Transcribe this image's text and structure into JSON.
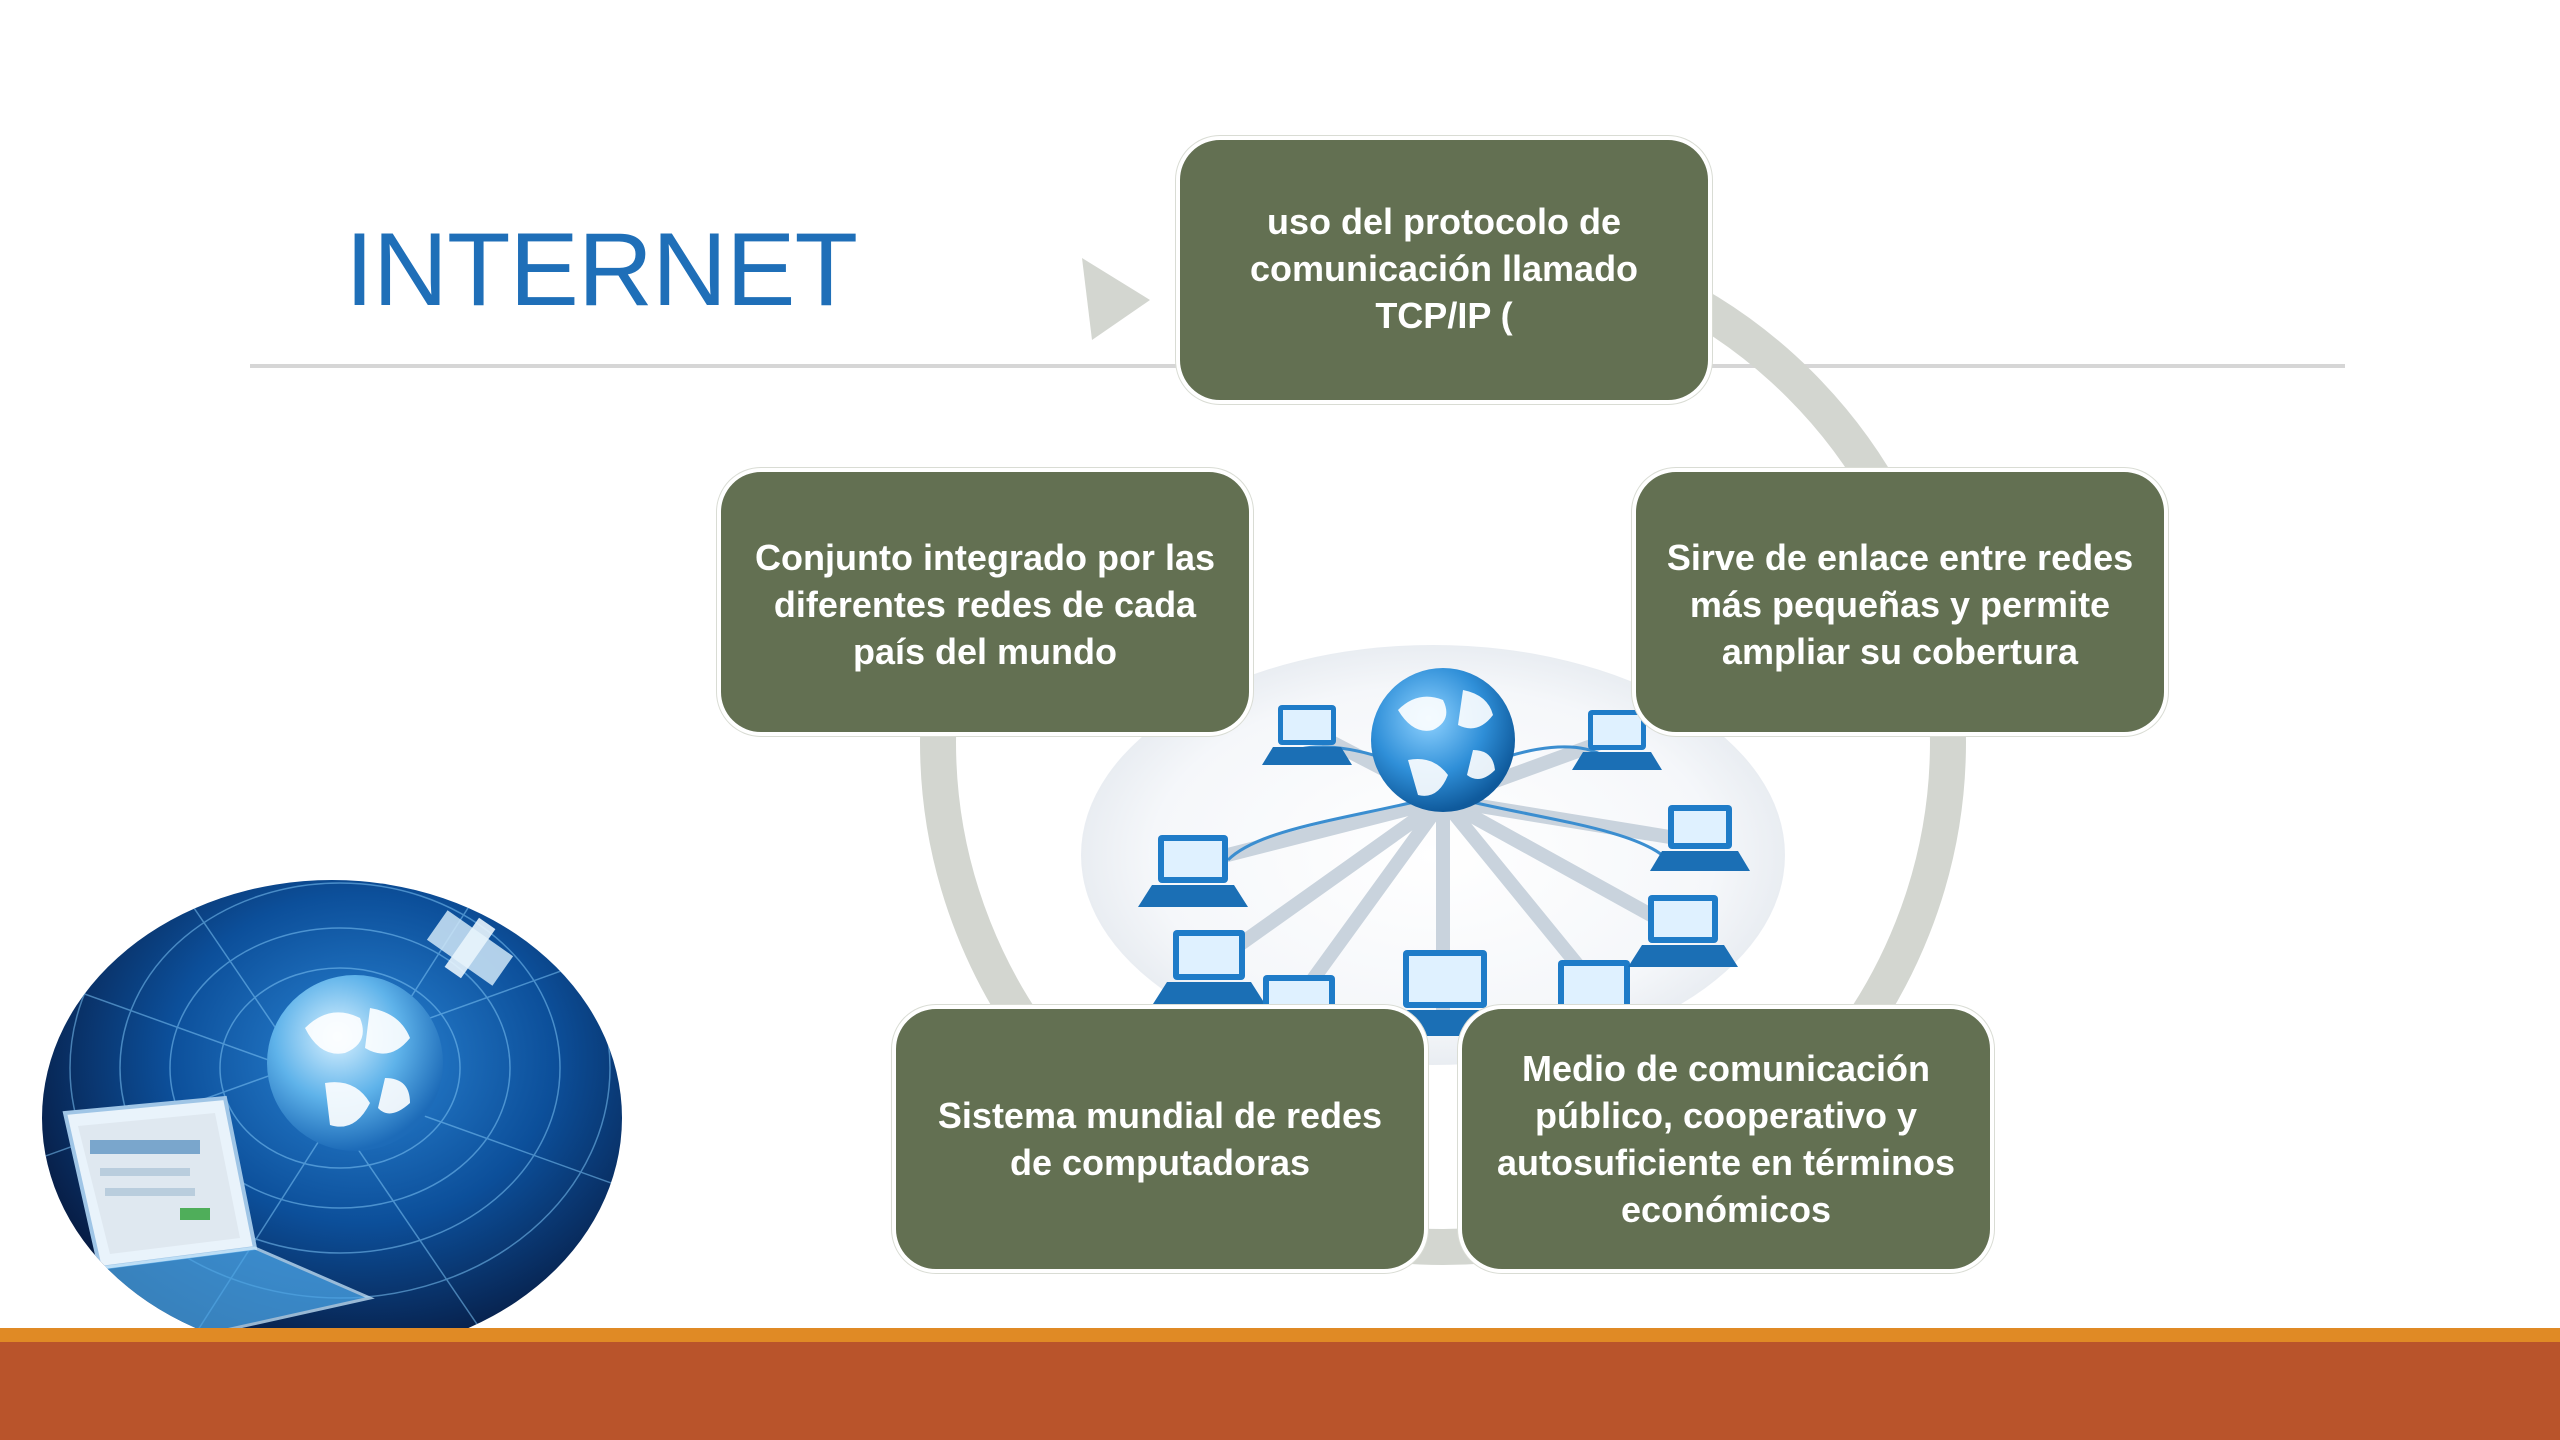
{
  "slide": {
    "title": "INTERNET"
  },
  "diagram": {
    "type": "cycle",
    "nodes": [
      {
        "id": "top",
        "text": "uso del protocolo de\ncomunicación llamado\nTCP/IP ("
      },
      {
        "id": "right",
        "text": "Sirve de enlace entre redes\nmás pequeñas y permite\nampliar su cobertura"
      },
      {
        "id": "bottom-right",
        "text": "Medio de comunicación\npúblico, cooperativo y\nautosuficiente en términos\neconómicos"
      },
      {
        "id": "bottom-left",
        "text": "Sistema mundial de redes\nde computadoras"
      },
      {
        "id": "left",
        "text": "Conjunto integrado por las\ndiferentes redes de cada\npaís del mundo"
      }
    ]
  },
  "colors": {
    "title": "#1f6fb8",
    "node_fill": "#637052",
    "cycle_ring": "#d3d6d0",
    "bar_thin": "#e08a25",
    "bar_thick": "#b9542b"
  },
  "images": {
    "center": "globe-network-laptops-image",
    "corner": "globe-laptop-blue-image"
  }
}
